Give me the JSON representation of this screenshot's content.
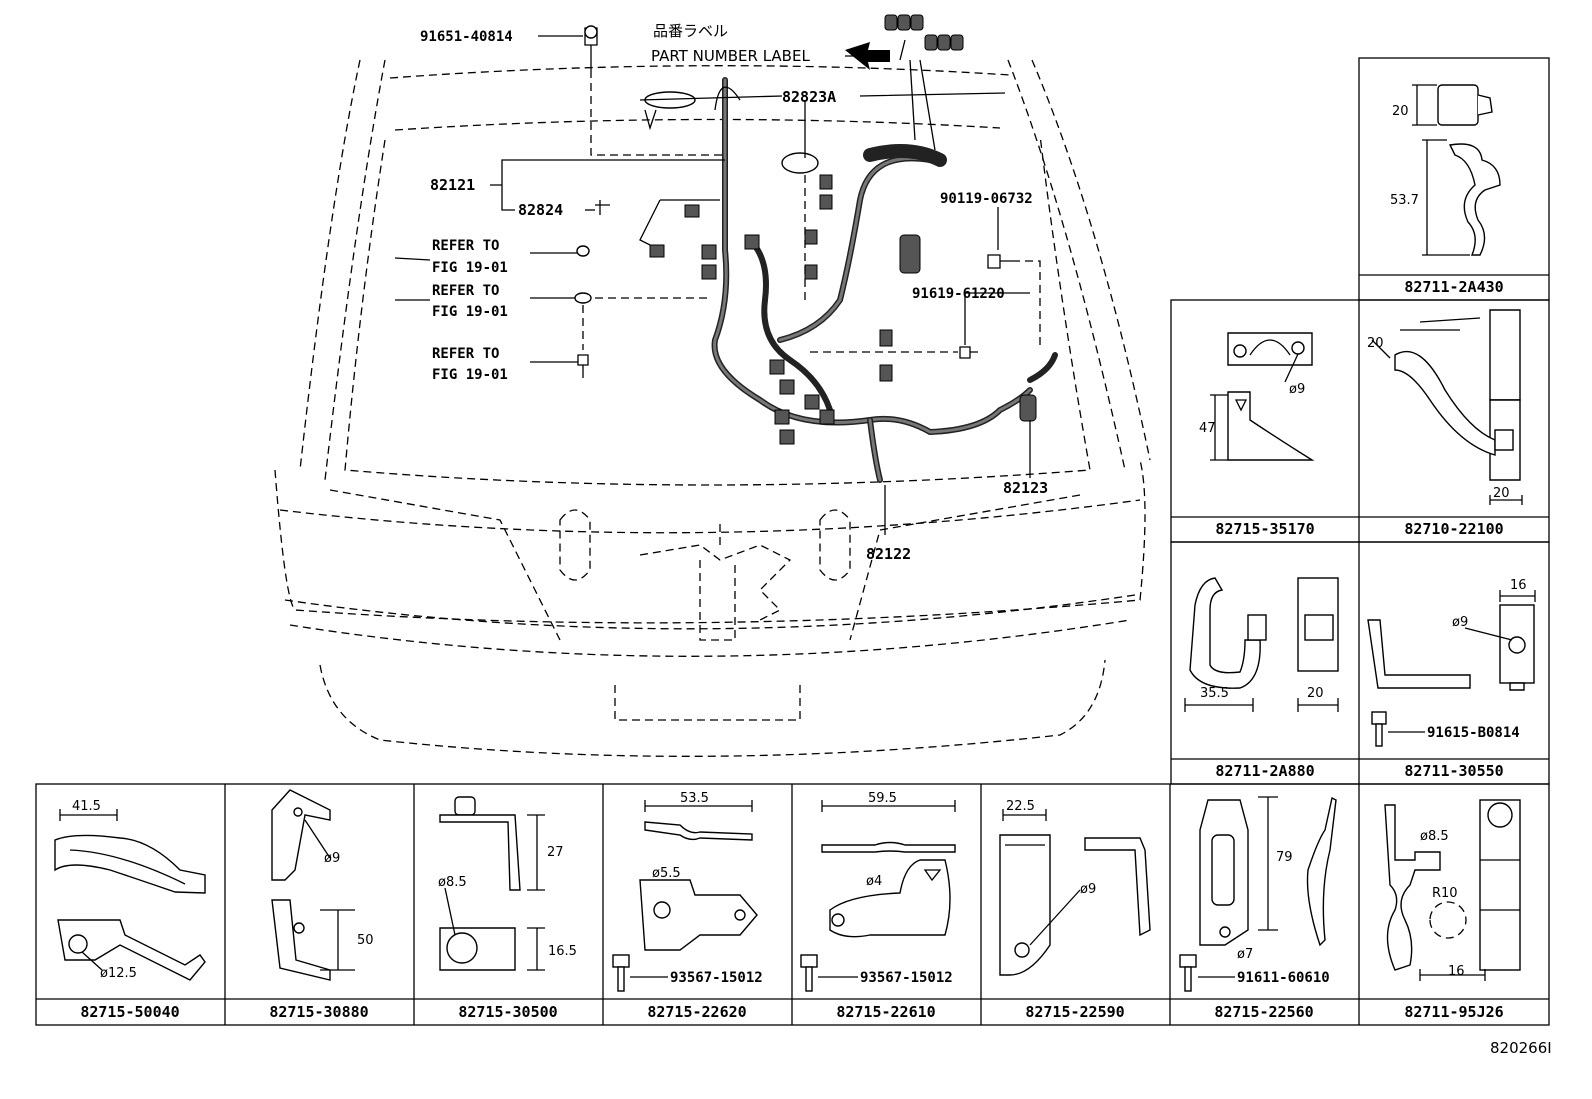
{
  "main": {
    "label_jp": "品番ラベル",
    "label_en": "PART NUMBER LABEL",
    "callouts": {
      "c91651": "91651-40814",
      "c82823A": "82823A",
      "c82121": "82121",
      "c82824": "82824",
      "c90119": "90119-06732",
      "c91619": "91619-61220",
      "c82123": "82123",
      "c82122": "82122",
      "refer_to": "REFER TO",
      "fig": "FIG 19-01"
    }
  },
  "panels": {
    "p2A430": {
      "caption": "82711-2A430",
      "dims": [
        "20",
        "53.7"
      ]
    },
    "p35170": {
      "caption": "82715-35170",
      "dims": [
        "ø9",
        "47"
      ]
    },
    "p22100": {
      "caption": "82710-22100",
      "dims": [
        "20",
        "20"
      ]
    },
    "p2A880": {
      "caption": "82711-2A880",
      "dims": [
        "35.5",
        "20"
      ]
    },
    "p30550": {
      "caption": "82711-30550",
      "dims": [
        "16",
        "ø9"
      ],
      "bolt": "91615-B0814"
    },
    "p50040": {
      "caption": "82715-50040",
      "dims": [
        "41.5",
        "ø12.5"
      ]
    },
    "p30880": {
      "caption": "82715-30880",
      "dims": [
        "ø9",
        "50"
      ]
    },
    "p30500": {
      "caption": "82715-30500",
      "dims": [
        "27",
        "ø8.5",
        "16.5"
      ]
    },
    "p22620": {
      "caption": "82715-22620",
      "dims": [
        "53.5",
        "ø5.5"
      ],
      "bolt": "93567-15012"
    },
    "p22610": {
      "caption": "82715-22610",
      "dims": [
        "59.5",
        "ø4"
      ],
      "bolt": "93567-15012"
    },
    "p22590": {
      "caption": "82715-22590",
      "dims": [
        "22.5",
        "ø9"
      ]
    },
    "p22560": {
      "caption": "82715-22560",
      "dims": [
        "79",
        "ø7"
      ],
      "bolt": "91611-60610"
    },
    "p95J26": {
      "caption": "82711-95J26",
      "dims": [
        "ø8.5",
        "R10",
        "16"
      ]
    }
  },
  "footer": {
    "code": "820266I"
  }
}
